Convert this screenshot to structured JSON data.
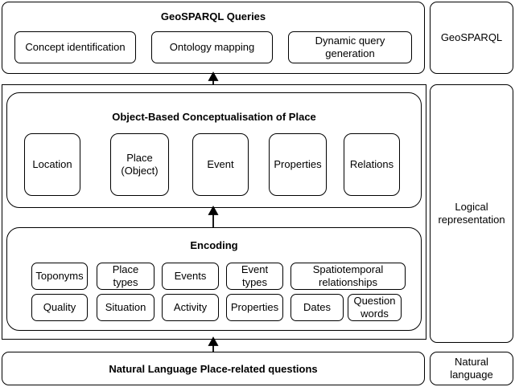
{
  "geosparql": {
    "title": "GeoSPARQL Queries",
    "items": [
      "Concept identification",
      "Ontology mapping",
      "Dynamic query\ngeneration"
    ],
    "side_label": "GeoSPARQL"
  },
  "conceptualisation": {
    "title": "Object-Based Conceptualisation of Place",
    "items": [
      "Location",
      "Place\n(Object)",
      "Event",
      "Properties",
      "Relations"
    ]
  },
  "encoding": {
    "title": "Encoding",
    "row1": [
      "Toponyms",
      "Place\ntypes",
      "Events",
      "Event\ntypes",
      "Spatiotemporal\nrelationships"
    ],
    "row2": [
      "Quality",
      "Situation",
      "Activity",
      "Properties",
      "Dates",
      "Question\nwords"
    ]
  },
  "logical": {
    "side_label": "Logical\nrepresentation"
  },
  "natural": {
    "questions_label": "Natural Language Place-related questions",
    "side_label": "Natural\nlanguage"
  }
}
